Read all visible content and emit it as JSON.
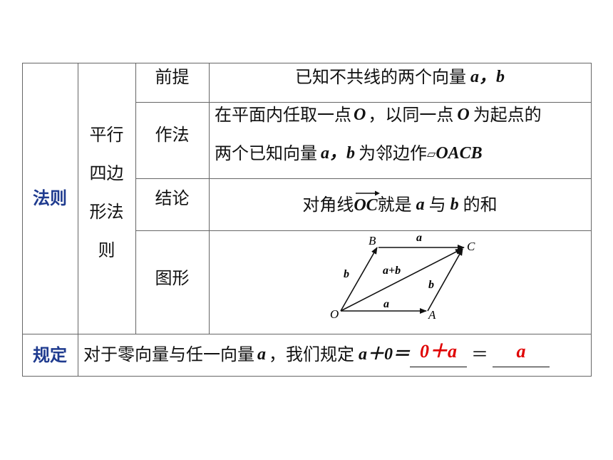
{
  "table": {
    "law_label": "法则",
    "parallelogram_label_lines": [
      "平行",
      "四边",
      "形法",
      "则"
    ],
    "rows": {
      "premise": {
        "label": "前提",
        "text": "已知不共线的两个向量",
        "vars": "a，b"
      },
      "method": {
        "label": "作法",
        "line1_pre": "在平面内任取一点",
        "line1_O": "O",
        "line1_mid": "，以同一点",
        "line1_O2": "O",
        "line1_post": "为起点的",
        "line2_pre": "两个已知向量",
        "line2_vars": "a，b",
        "line2_mid": "为邻边作",
        "line2_box": "▱",
        "line2_name": "OACB"
      },
      "conclusion": {
        "label": "结论",
        "pre": "对角线",
        "vector": "OC",
        "mid": "就是",
        "a": "a",
        "with": "与",
        "b": "b",
        "post": "的和"
      },
      "figure": {
        "label": "图形"
      }
    },
    "rule": {
      "label": "规定",
      "text_pre": "对于零向量与任一向量",
      "var_a": "a",
      "text_mid": "，我们规定",
      "expr": "a＋0＝",
      "blank1": "0＋a",
      "equals": "＝",
      "blank2": "a"
    }
  },
  "diagram": {
    "points": {
      "O": "O",
      "A": "A",
      "B": "B",
      "C": "C"
    },
    "labels": {
      "top": "a",
      "bottom": "a",
      "left": "b",
      "right": "b",
      "diag": "a+b"
    }
  }
}
